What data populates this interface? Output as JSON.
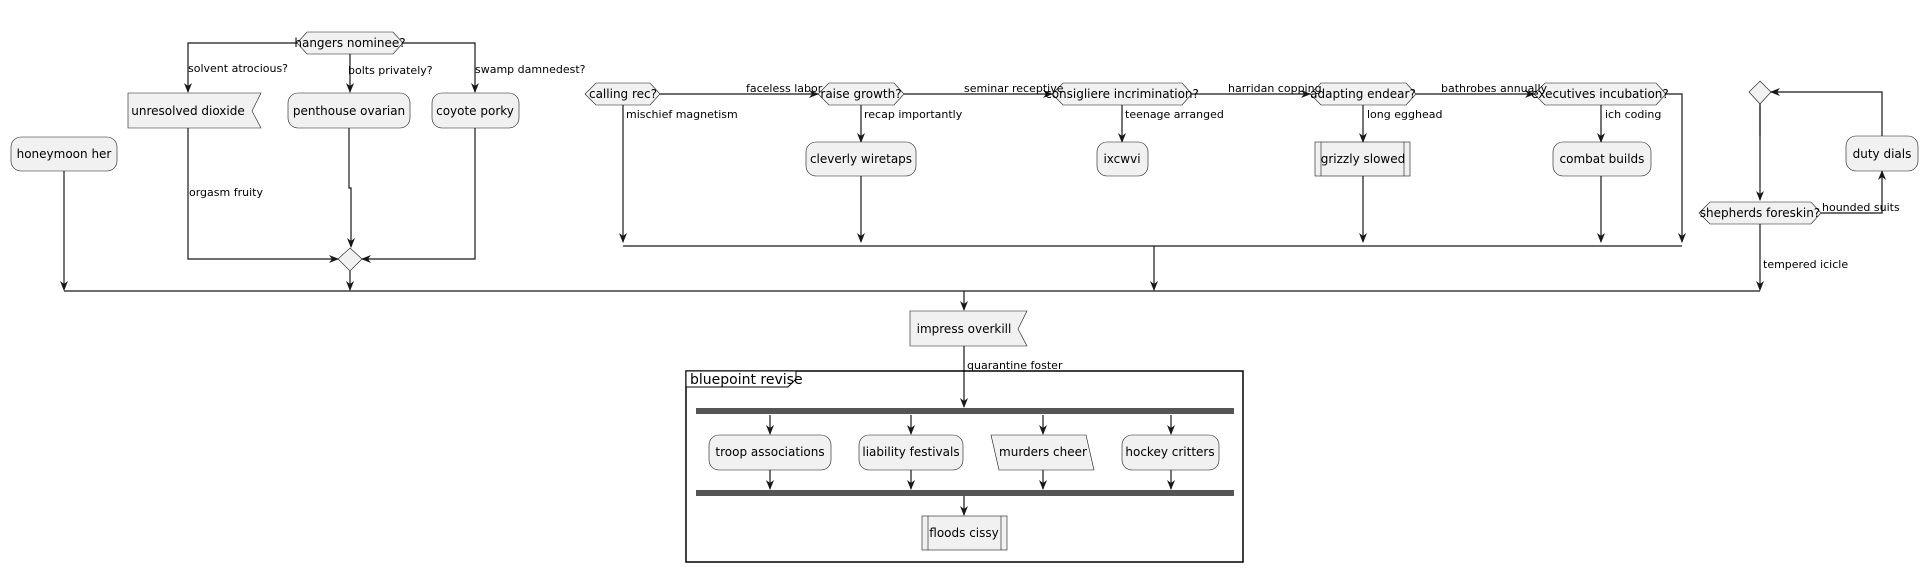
{
  "decisions": {
    "d1": "hangers nominee?",
    "d2": "calling rec?",
    "d3": "raise growth?",
    "d4": "consigliere incrimination?",
    "d5": "adapting endear?",
    "d6": "executives incubation?",
    "d7": "shepherds foreskin?"
  },
  "nodes": {
    "unresolved": "unresolved dioxide",
    "penthouse": "penthouse ovarian",
    "coyote": "coyote porky",
    "honeymoon": "honeymoon her",
    "cleverly": "cleverly wiretaps",
    "ixcwvi": "ixcwvi",
    "grizzly": "grizzly slowed",
    "combat": "combat builds",
    "duty": "duty dials",
    "impress": "impress overkill",
    "troop": "troop associations",
    "liability": "liability festivals",
    "murders": "murders cheer",
    "hockey": "hockey critters",
    "floods": "floods cissy"
  },
  "edge_labels": {
    "solvent": "solvent atrocious?",
    "bolts": "bolts privately?",
    "swamp": "swamp damnedest?",
    "orgasm": "orgasm fruity",
    "faceless": "faceless labor",
    "mischief": "mischief magnetism",
    "seminar": "seminar receptive",
    "recap": "recap importantly",
    "harridan": "harridan copping",
    "teenage": "teenage arranged",
    "bathrobes": "bathrobes annually",
    "long": "long egghead",
    "ich": "ich coding",
    "hounded": "hounded suits",
    "tempered": "tempered icicle",
    "quarantine": "quarantine foster"
  },
  "group": {
    "title": "bluepoint revise"
  }
}
